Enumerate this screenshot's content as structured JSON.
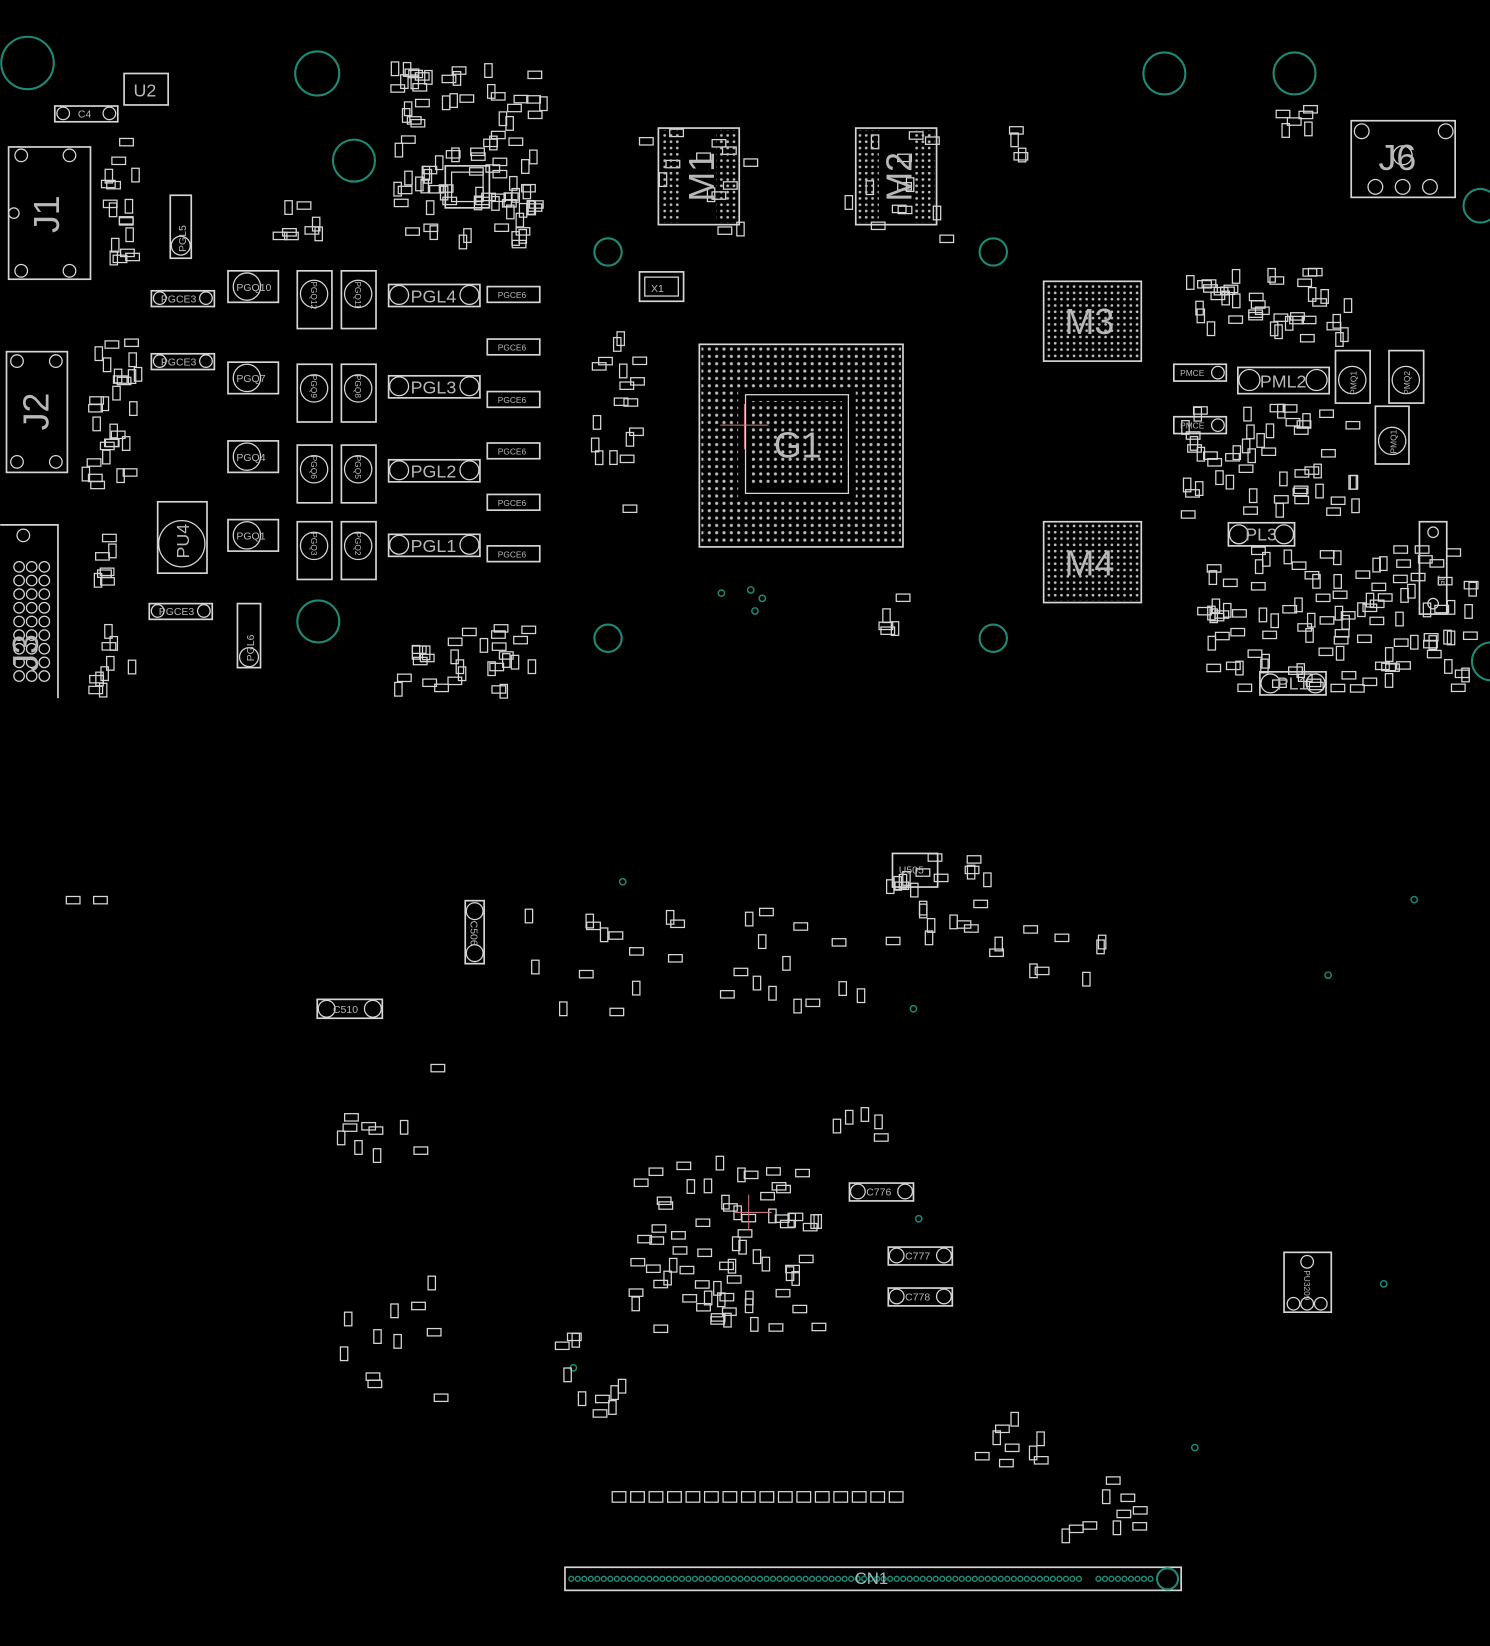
{
  "view": {
    "colors": {
      "background": "#000000",
      "outline": "#d6d6d6",
      "mounting_hole": "#1e8a76"
    }
  },
  "top_board": {
    "connectors": {
      "j1": "J1",
      "j2": "J2",
      "j3": "J3",
      "j5": "J5",
      "j6": "J6"
    },
    "ics": {
      "u2": "U2",
      "g1": "G1",
      "m1": "M1",
      "m2": "M2",
      "m3": "M3",
      "m4": "M4",
      "x1": "X1",
      "pu4": "PU4"
    },
    "caps": {
      "c4": "C4",
      "pgce3_a": "PGCE3",
      "pgce3_b": "PGCE3",
      "pgce3_c": "PGCE3",
      "pgce6_1": "PGCE6",
      "pgce6_2": "PGCE6",
      "pgce6_3": "PGCE6",
      "pgce6_4": "PGCE6",
      "pgce6_5": "PGCE6",
      "pgce6_6": "PGCE6",
      "pmce_1": "PMCE",
      "pmce_2": "PMCE"
    },
    "inductors": {
      "pgl1": "PGL1",
      "pgl2": "PGL2",
      "pgl3": "PGL3",
      "pgl4": "PGL4",
      "pgl5": "PGL5",
      "pgl6": "PGL6",
      "pml2": "PML2",
      "pl1": "PL1",
      "pl3": "PL3"
    },
    "mosfets": {
      "pgq1": "PGQ1",
      "pgq2": "PGQ2",
      "pgq3": "PGQ3",
      "pgq4": "PGQ4",
      "pgq5": "PGQ5",
      "pgq6": "PGQ6",
      "pgq7": "PGQ7",
      "pgq8": "PGQ8",
      "pgq9": "PGQ9",
      "pgq10": "PGQ10",
      "pgq11": "PGQ11",
      "pgq12": "PGQ12",
      "pmq1": "PMQ1",
      "pmq2": "PMQ2",
      "pmq1b": "PMQ1"
    }
  },
  "bottom_board": {
    "ics": {
      "u505": "U505",
      "pu3209": "PU3209"
    },
    "caps": {
      "c510": "C510",
      "c506": "C506",
      "c776": "C776",
      "c777": "C777",
      "c778": "C778"
    },
    "connectors": {
      "cn1": "CN1"
    }
  }
}
